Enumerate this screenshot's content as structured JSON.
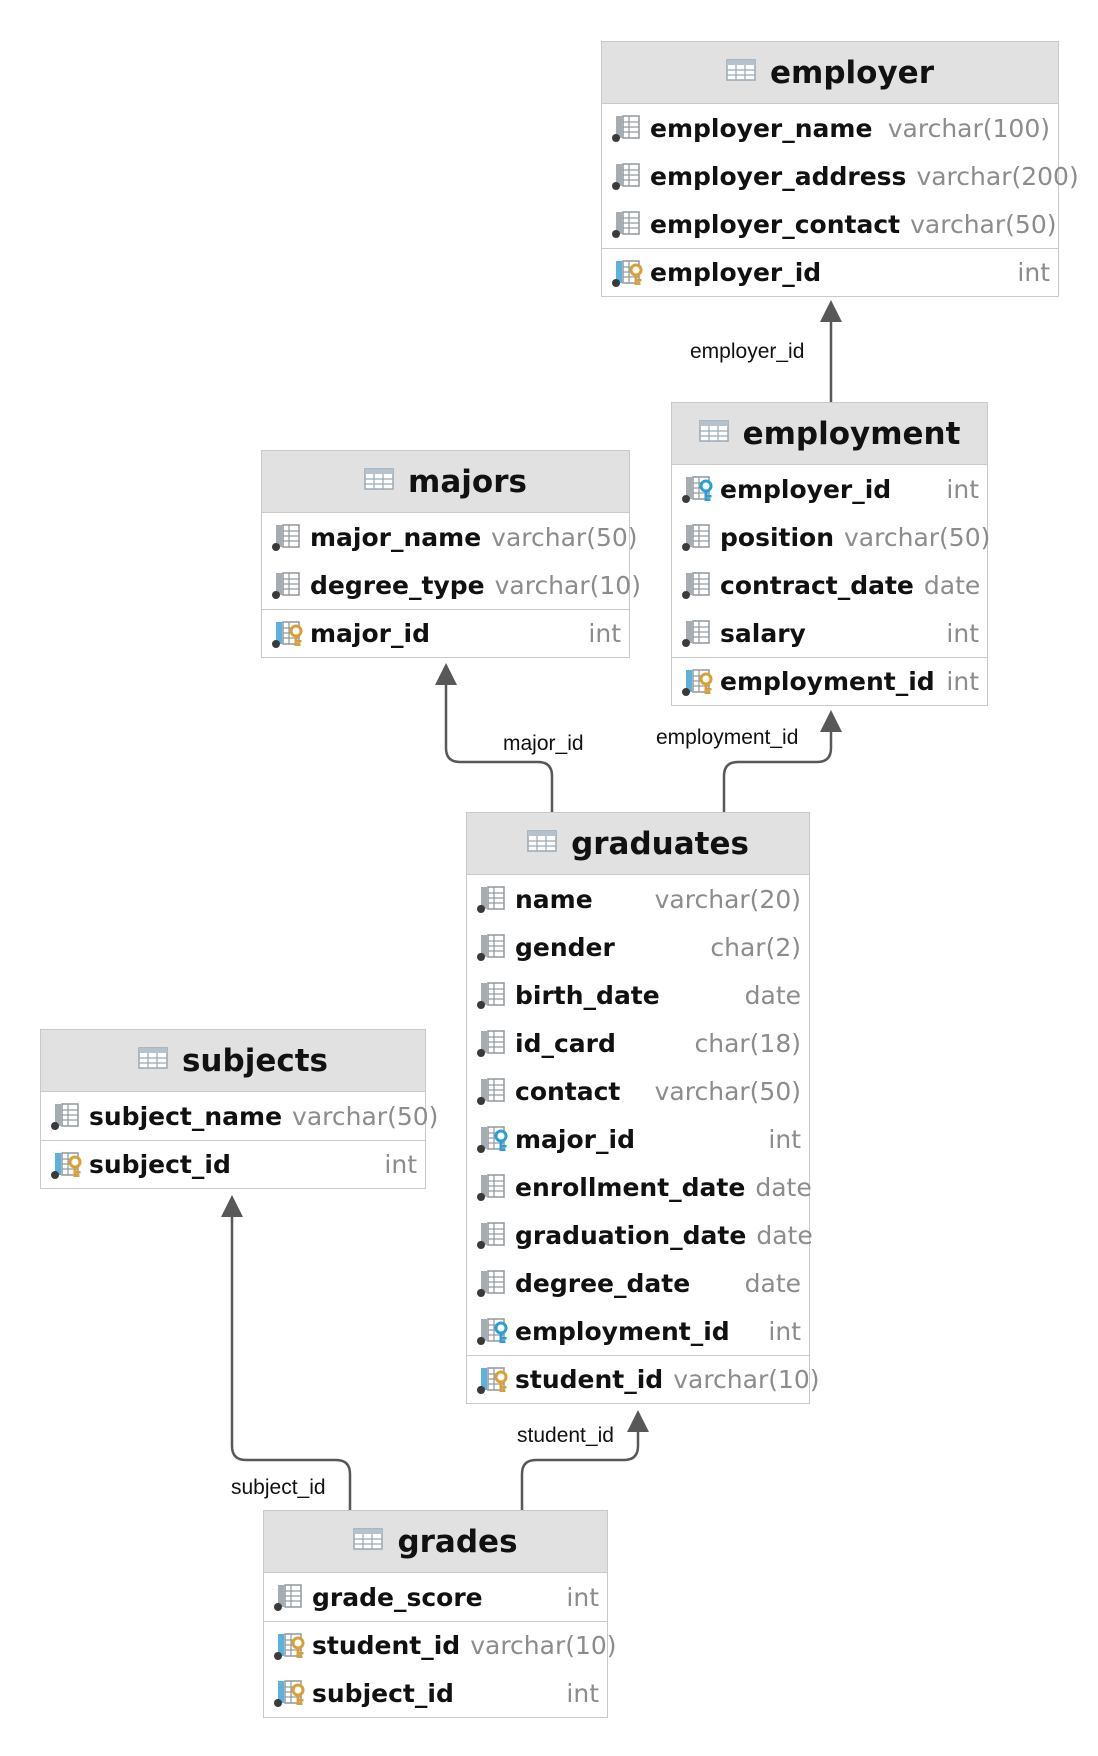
{
  "tables": {
    "employer": {
      "title": "employer",
      "columns": [
        {
          "name": "employer_name",
          "type": "varchar(100)",
          "icon": "column-icon"
        },
        {
          "name": "employer_address",
          "type": "varchar(200)",
          "icon": "column-icon"
        },
        {
          "name": "employer_contact",
          "type": "varchar(50)",
          "icon": "column-icon"
        }
      ],
      "keys": [
        {
          "name": "employer_id",
          "type": "int",
          "icon": "primary-key-icon"
        }
      ]
    },
    "employment": {
      "title": "employment",
      "columns": [
        {
          "name": "employer_id",
          "type": "int",
          "icon": "foreign-key-icon"
        },
        {
          "name": "position",
          "type": "varchar(50)",
          "icon": "column-icon"
        },
        {
          "name": "contract_date",
          "type": "date",
          "icon": "column-icon"
        },
        {
          "name": "salary",
          "type": "int",
          "icon": "column-icon"
        }
      ],
      "keys": [
        {
          "name": "employment_id",
          "type": "int",
          "icon": "primary-key-icon"
        }
      ]
    },
    "majors": {
      "title": "majors",
      "columns": [
        {
          "name": "major_name",
          "type": "varchar(50)",
          "icon": "column-icon"
        },
        {
          "name": "degree_type",
          "type": "varchar(10)",
          "icon": "column-icon"
        }
      ],
      "keys": [
        {
          "name": "major_id",
          "type": "int",
          "icon": "primary-key-icon"
        }
      ]
    },
    "graduates": {
      "title": "graduates",
      "columns": [
        {
          "name": "name",
          "type": "varchar(20)",
          "icon": "column-icon"
        },
        {
          "name": "gender",
          "type": "char(2)",
          "icon": "column-icon"
        },
        {
          "name": "birth_date",
          "type": "date",
          "icon": "column-icon"
        },
        {
          "name": "id_card",
          "type": "char(18)",
          "icon": "column-icon"
        },
        {
          "name": "contact",
          "type": "varchar(50)",
          "icon": "column-icon"
        },
        {
          "name": "major_id",
          "type": "int",
          "icon": "foreign-key-icon"
        },
        {
          "name": "enrollment_date",
          "type": "date",
          "icon": "column-icon"
        },
        {
          "name": "graduation_date",
          "type": "date",
          "icon": "column-icon"
        },
        {
          "name": "degree_date",
          "type": "date",
          "icon": "column-icon"
        },
        {
          "name": "employment_id",
          "type": "int",
          "icon": "foreign-key-icon"
        }
      ],
      "keys": [
        {
          "name": "student_id",
          "type": "varchar(10)",
          "icon": "primary-key-icon"
        }
      ]
    },
    "subjects": {
      "title": "subjects",
      "columns": [
        {
          "name": "subject_name",
          "type": "varchar(50)",
          "icon": "column-icon"
        }
      ],
      "keys": [
        {
          "name": "subject_id",
          "type": "int",
          "icon": "primary-key-icon"
        }
      ]
    },
    "grades": {
      "title": "grades",
      "columns": [
        {
          "name": "grade_score",
          "type": "int",
          "icon": "column-icon"
        }
      ],
      "keys": [
        {
          "name": "student_id",
          "type": "varchar(10)",
          "icon": "primary-foreign-key-icon"
        },
        {
          "name": "subject_id",
          "type": "int",
          "icon": "primary-foreign-key-icon"
        }
      ]
    }
  },
  "relationships": [
    {
      "id": "employment-employer",
      "label": "employer_id",
      "from": "employment",
      "to": "employer"
    },
    {
      "id": "graduates-majors",
      "label": "major_id",
      "from": "graduates",
      "to": "majors"
    },
    {
      "id": "graduates-employment",
      "label": "employment_id",
      "from": "graduates",
      "to": "employment"
    },
    {
      "id": "grades-subjects",
      "label": "subject_id",
      "from": "grades",
      "to": "subjects"
    },
    {
      "id": "grades-graduates",
      "label": "student_id",
      "from": "grades",
      "to": "graduates"
    }
  ],
  "colors": {
    "header": "#e1e1e1",
    "border": "#c9c9c9",
    "connector": "#585858",
    "type_text": "#8c8c8c",
    "key_gold": "#d9a034",
    "key_blue": "#2a9fd6"
  }
}
